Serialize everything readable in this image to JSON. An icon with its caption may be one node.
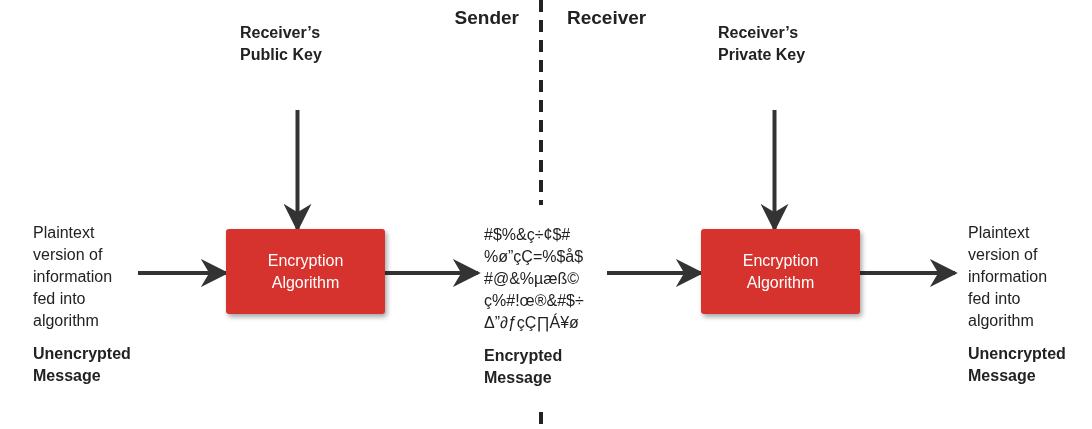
{
  "diagram": {
    "nodes": [
      {
        "text": [
          "Plaintext version of information fed into algorithm",
          "Unencrypted Message"
        ]
      },
      {
        "text": [
          "Receiver’s Public Key"
        ]
      },
      {
        "text": [
          "Encryption Algorithm"
        ]
      },
      {
        "text": [
          "#$%&ç÷¢$# %ø”çÇ=%$å$ #@&%µæß© ç%#!œ®&#$÷ Δ”∂ƒçÇ∏Á¥ø",
          "Encrypted Message"
        ]
      },
      {
        "text": [
          "Receiver’s Private Key"
        ]
      },
      {
        "text": [
          "Encryption Algorithm"
        ]
      },
      {
        "text": [
          "Plaintext version of information fed into algorithm",
          "Unencrypted Message"
        ]
      }
    ],
    "edges": [
      {
        "from": 0,
        "to": 2,
        "arrow": "to"
      },
      {
        "from": 1,
        "to": 2,
        "arrow": "to"
      },
      {
        "from": 2,
        "to": 3,
        "arrow": "to"
      },
      {
        "from": 3,
        "to": 5,
        "arrow": "to"
      },
      {
        "from": 4,
        "to": 5,
        "arrow": "to"
      },
      {
        "from": 5,
        "to": 6,
        "arrow": "to"
      }
    ],
    "labels": [
      "Sender",
      "Receiver"
    ]
  }
}
